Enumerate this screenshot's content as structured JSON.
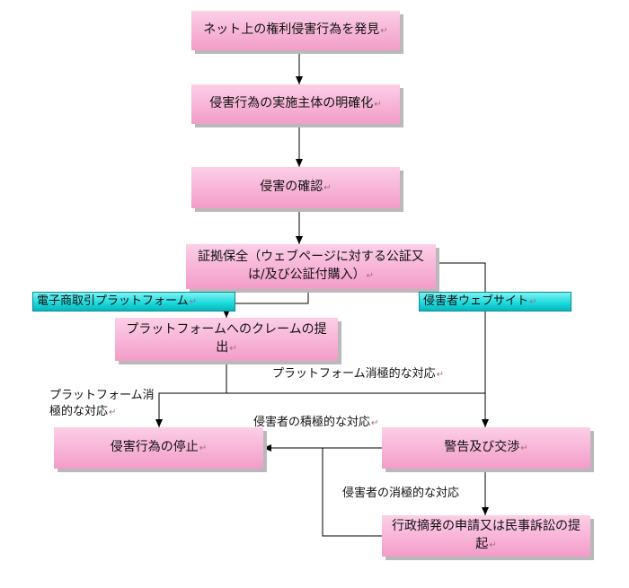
{
  "nodes": {
    "discover": "ネット上の権利侵害行為を発見",
    "identify": "侵害行為の実施主体の明確化",
    "confirm": "侵害の確認",
    "evidence": "証拠保全（ウェブページに対する公証又は/及び公証付購入）",
    "claim": "プラットフォームへのクレームの提出",
    "stop": "侵害行為の停止",
    "warning": "警告及び交渉",
    "litigation": "行政摘発の申請又は民事訴訟の提起"
  },
  "branch_labels": {
    "ecommerce": "電子商取引プラットフォーム",
    "website": "侵害者ウェブサイト"
  },
  "edge_labels": {
    "platform_passive_right": "プラットフォーム消極的な対応",
    "platform_passive_left": "プラットフォーム消極的な対応",
    "infringer_active": "侵害者の積極的な対応",
    "infringer_passive": "侵害者の消極的な対応"
  },
  "paragraph_mark": "↵",
  "colors": {
    "box_fill": "#f7b3d6",
    "branch_fill": "#18d8dc",
    "line": "#000000"
  }
}
